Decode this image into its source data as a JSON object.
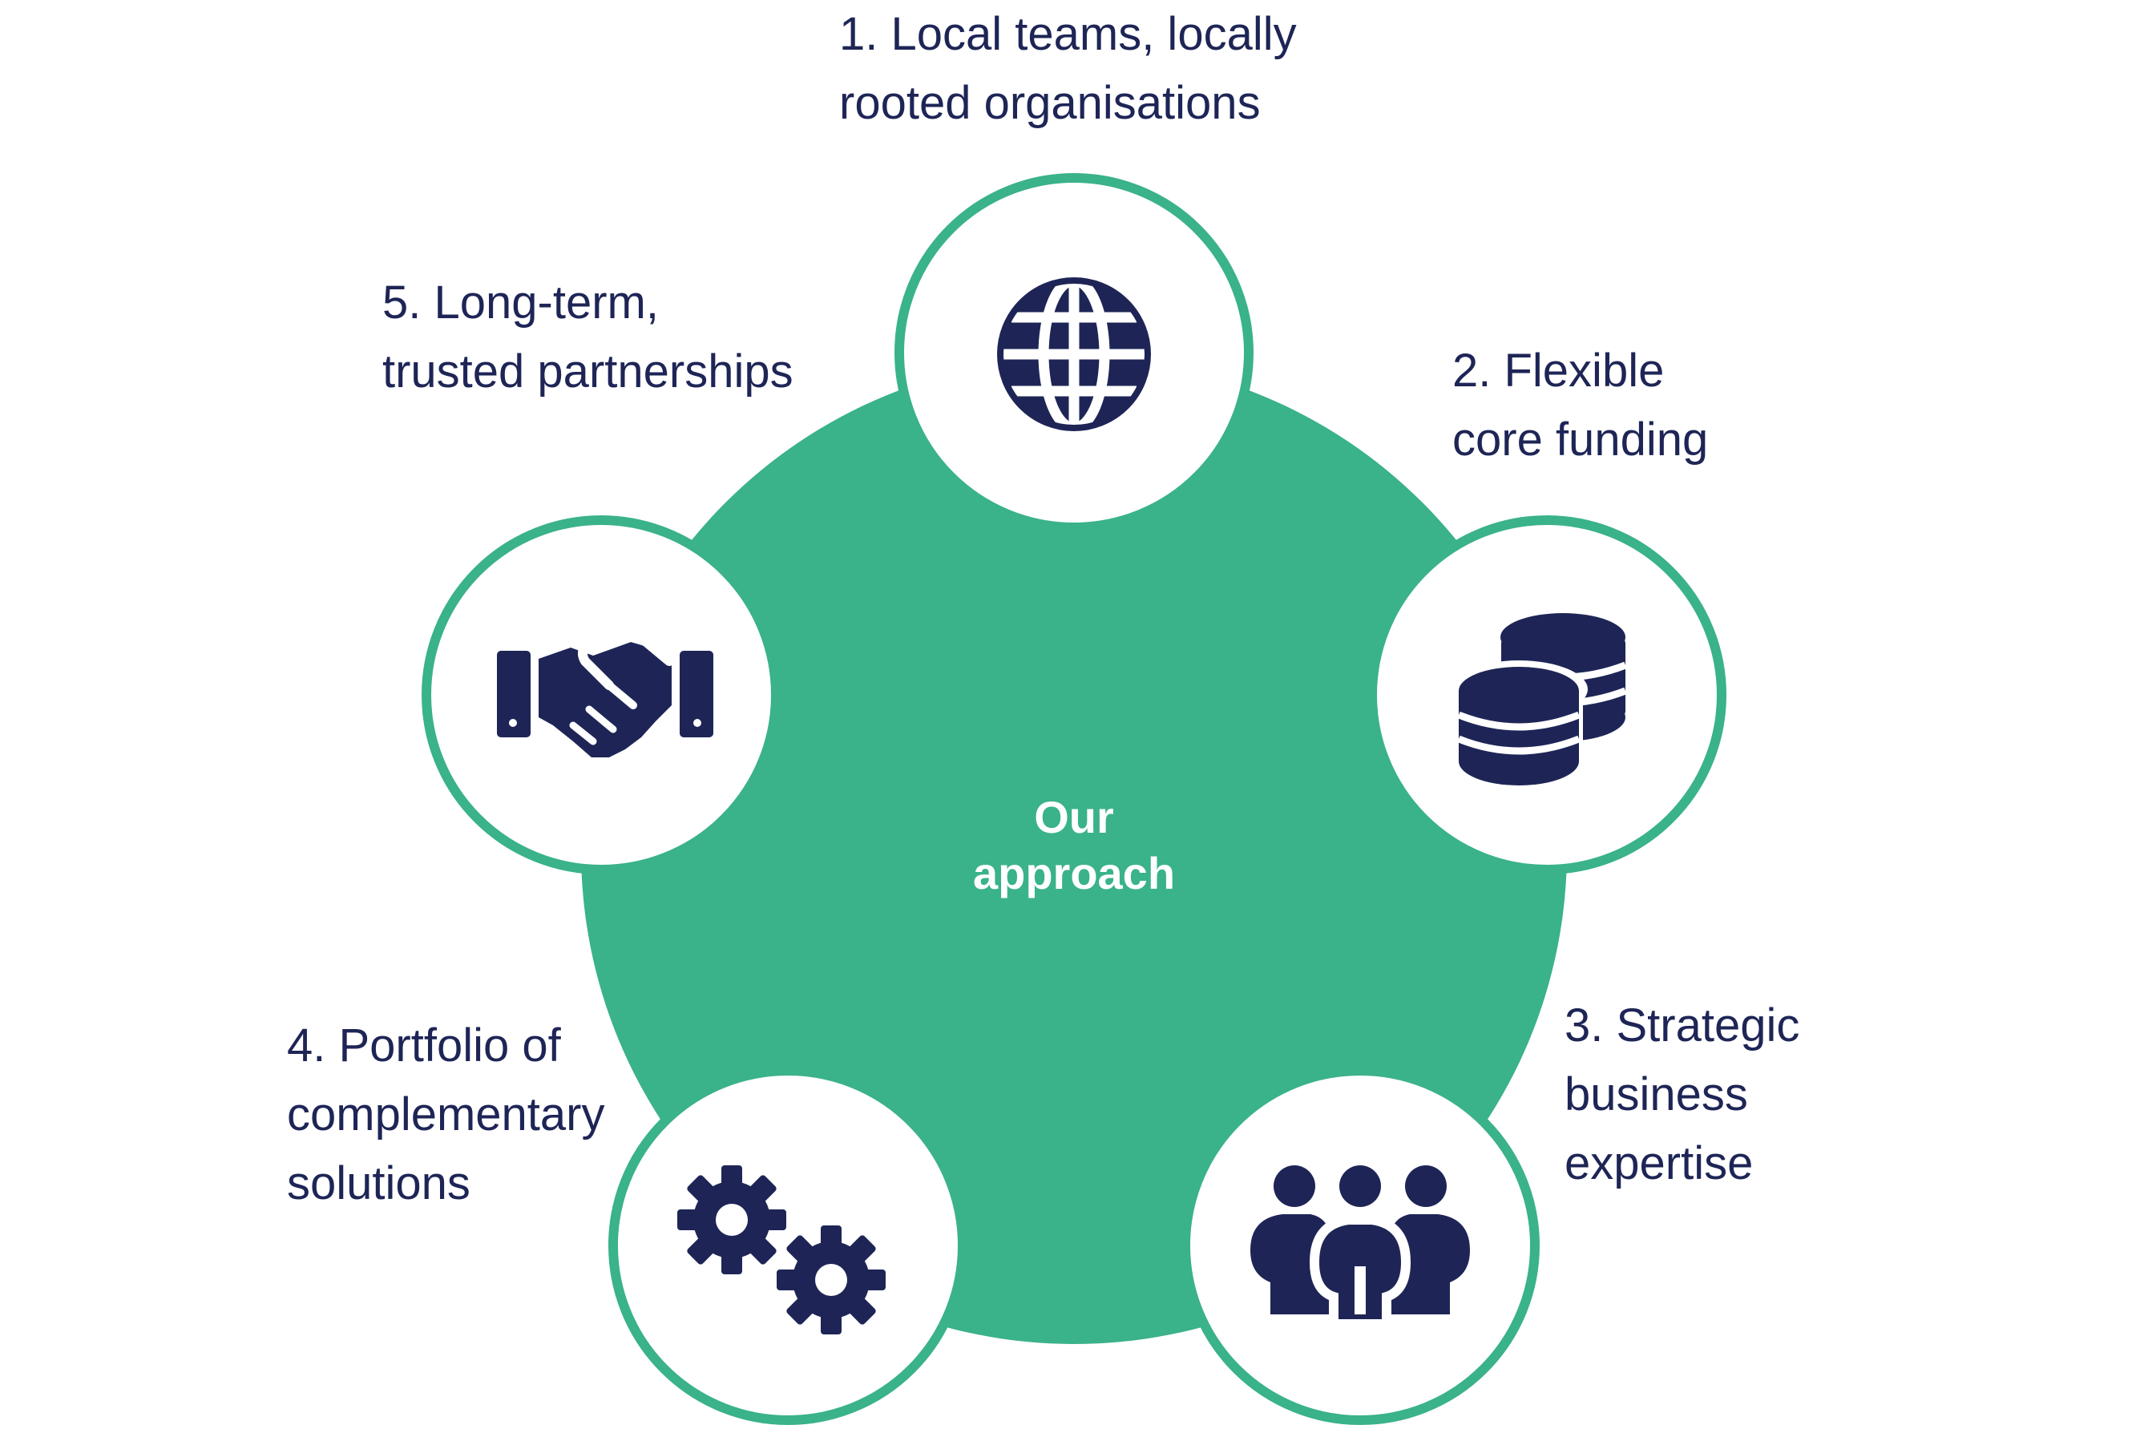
{
  "colors": {
    "green": "#3ab28a",
    "navy": "#1e2556",
    "white": "#ffffff"
  },
  "center": {
    "line1": "Our",
    "line2": "approach"
  },
  "steps": [
    {
      "line1": "1. Local teams, locally",
      "line2": "rooted organisations",
      "icon": "globe-icon"
    },
    {
      "line1": "2. Flexible",
      "line2": "core funding",
      "icon": "coins-icon"
    },
    {
      "line1": "3. Strategic",
      "line2": "business",
      "line3": "expertise",
      "icon": "people-group-icon"
    },
    {
      "line1": "4. Portfolio of",
      "line2": "complementary",
      "line3": "solutions",
      "icon": "gears-icon"
    },
    {
      "line1": "5. Long-term,",
      "line2": "trusted partnerships",
      "icon": "handshake-icon"
    }
  ]
}
